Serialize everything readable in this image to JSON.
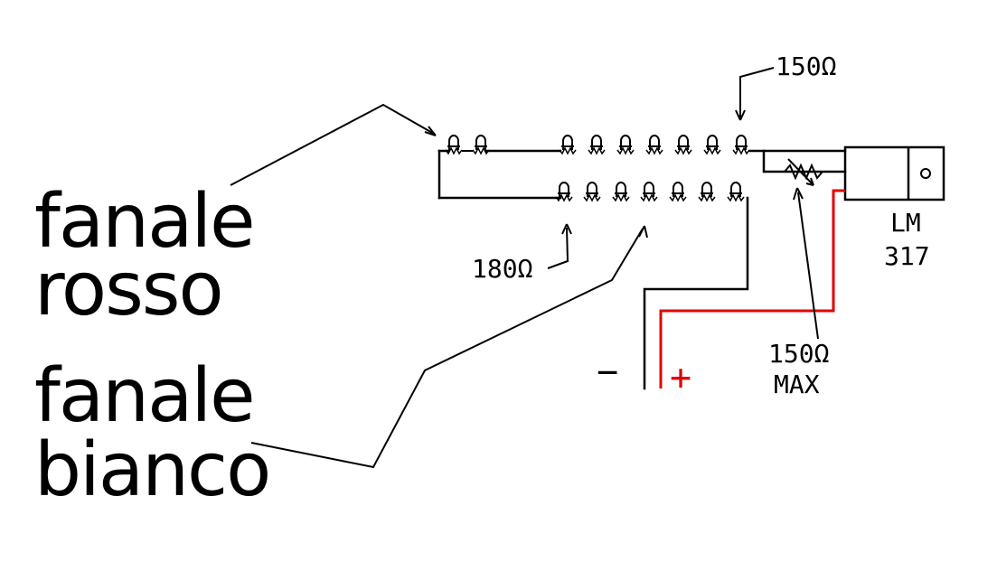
{
  "labels": {
    "red_lamp_word1": "fanale",
    "red_lamp_word2": "rosso",
    "white_lamp_word1": "fanale",
    "white_lamp_word2": "bianco",
    "resistor_top": "150Ω",
    "resistor_bottom": "180Ω",
    "regulator_line1": "LM",
    "regulator_line2": "317",
    "pot_line1": "150Ω",
    "pot_line2": "MAX",
    "minus": "−",
    "plus": "+"
  },
  "colors": {
    "wire": "#000000",
    "positive_wire": "#e00000",
    "background": "#ffffff"
  },
  "components": {
    "top_row_led_count": 9,
    "bottom_row_led_count": 7
  }
}
